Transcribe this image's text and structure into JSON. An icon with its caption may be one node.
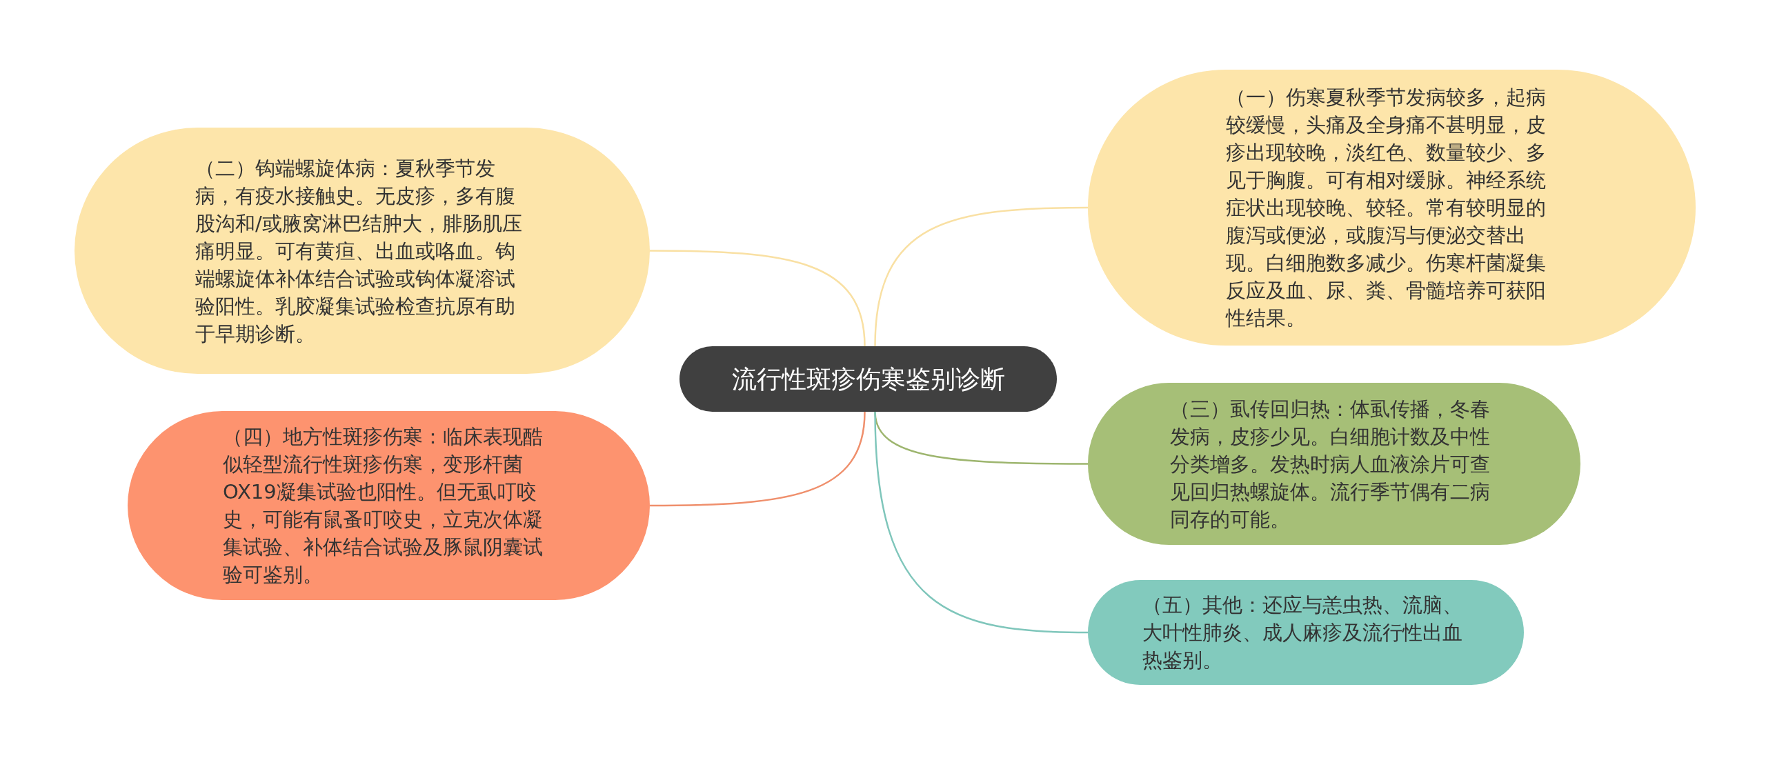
{
  "diagram": {
    "nodes": [
      {
        "text": [
          "流行性斑疹伤寒鉴别诊断"
        ]
      },
      {
        "text": [
          "（二）钩端螺旋体病：夏秋季节发病，有疫水接触史。无皮疹，多有腹股沟和/或腋窝淋巴结肿大，腓肠肌压痛明显。可有黄疸、出血或咯血。钩端螺旋体补体结合试验或钩体凝溶试验阳性。乳胶凝集试验检查抗原有助于早期诊断。"
        ]
      },
      {
        "text": [
          "（四）地方性斑疹伤寒：临床表现酷似轻型流行性斑疹伤寒，变形杆菌OX19凝集试验也阳性。但无虱叮咬史，可能有鼠蚤叮咬史，立克次体凝集试验、补体结合试验及豚鼠阴囊试验可鉴别。"
        ]
      },
      {
        "text": [
          "（一）伤寒夏秋季节发病较多，起病较缓慢，头痛及全身痛不甚明显，皮疹出现较晚，淡红色、数量较少、多见于胸腹。可有相对缓脉。神经系统症状出现较晚、较轻。常有较明显的腹泻或便泌，或腹泻与便泌交替出现。白细胞数多减少。伤寒杆菌凝集反应及血、尿、粪、骨髓培养可获阳性结果。"
        ]
      },
      {
        "text": [
          "（三）虱传回归热：体虱传播，冬春发病，皮疹少见。白细胞计数及中性分类增多。发热时病人血液涂片可查见回归热螺旋体。流行季节偶有二病同存的可能。"
        ]
      },
      {
        "text": [
          "（五）其他：还应与恙虫热、流脑、大叶性肺炎、成人麻疹及流行性出血热鉴别。"
        ]
      }
    ],
    "edges": [
      {
        "from": 0,
        "to": 1,
        "arrow": "none",
        "color": "#f9e0a3"
      },
      {
        "from": 0,
        "to": 2,
        "arrow": "none",
        "color": "#ef8f6c"
      },
      {
        "from": 0,
        "to": 3,
        "arrow": "none",
        "color": "#f9e0a3"
      },
      {
        "from": 0,
        "to": 4,
        "arrow": "none",
        "color": "#9db56e"
      },
      {
        "from": 0,
        "to": 5,
        "arrow": "none",
        "color": "#7fc6bb"
      }
    ]
  }
}
